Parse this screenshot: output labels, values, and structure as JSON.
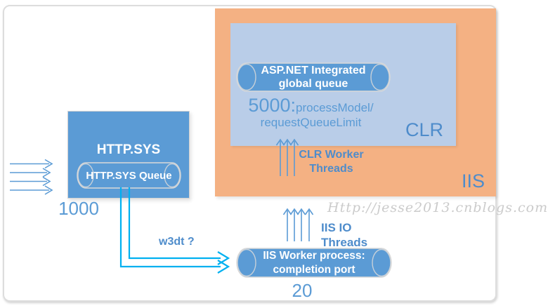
{
  "diagram": {
    "iis_label": "IIS",
    "clr_label": "CLR",
    "aspnet_queue": {
      "line1": "ASP.NET Integrated",
      "line2": "global queue"
    },
    "request_queue_limit": {
      "value": "5000:",
      "setting_line1": "processModel/",
      "setting_line2": "requestQueueLimit"
    },
    "clr_worker_threads": {
      "line1": "CLR Worker",
      "line2": "Threads"
    },
    "httpsys": {
      "title": "HTTP.SYS",
      "queue_label": "HTTP.SYS Queue",
      "limit": "1000"
    },
    "w3dt_label": "w3dt ?",
    "iis_io_threads_label": "IIS IO Threads",
    "iis_worker": {
      "line1": "IIS Worker process:",
      "line2": "completion port",
      "limit": "20"
    },
    "watermark": "Http://jesse2013.cnblogs.com"
  },
  "colors": {
    "blue": "#5B9BD5",
    "labelblue": "#4E8CCB",
    "lightblue": "#B9CDE8",
    "orange": "#F4B183",
    "cyan": "#00B0F0",
    "wmgray": "#CBCBCB"
  }
}
